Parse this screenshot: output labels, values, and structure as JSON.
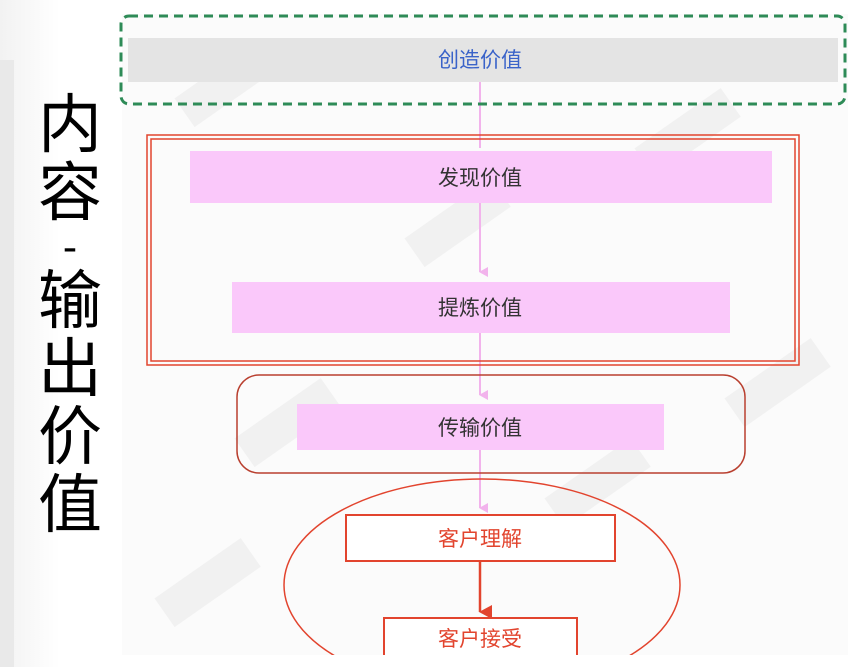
{
  "side_title": {
    "chars": [
      "内",
      "容",
      "-",
      "输",
      "出",
      "价",
      "值"
    ]
  },
  "diagram": {
    "nodes": [
      {
        "id": "create",
        "label": "创造价值"
      },
      {
        "id": "discover",
        "label": "发现价值"
      },
      {
        "id": "refine",
        "label": "提炼价值"
      },
      {
        "id": "transmit",
        "label": "传输价值"
      },
      {
        "id": "understand",
        "label": "客户理解"
      },
      {
        "id": "accept",
        "label": "客户接受"
      }
    ]
  },
  "colors": {
    "create_box": "#e4e4e4",
    "pink_box": "#fac8fa",
    "green_dashed": "#2e8b57",
    "red": "#e2442e",
    "dark_red": "#b94030",
    "arrow_pink": "#f2b3ec",
    "text_blue": "#3a63c9",
    "text_red": "#e2442e"
  }
}
